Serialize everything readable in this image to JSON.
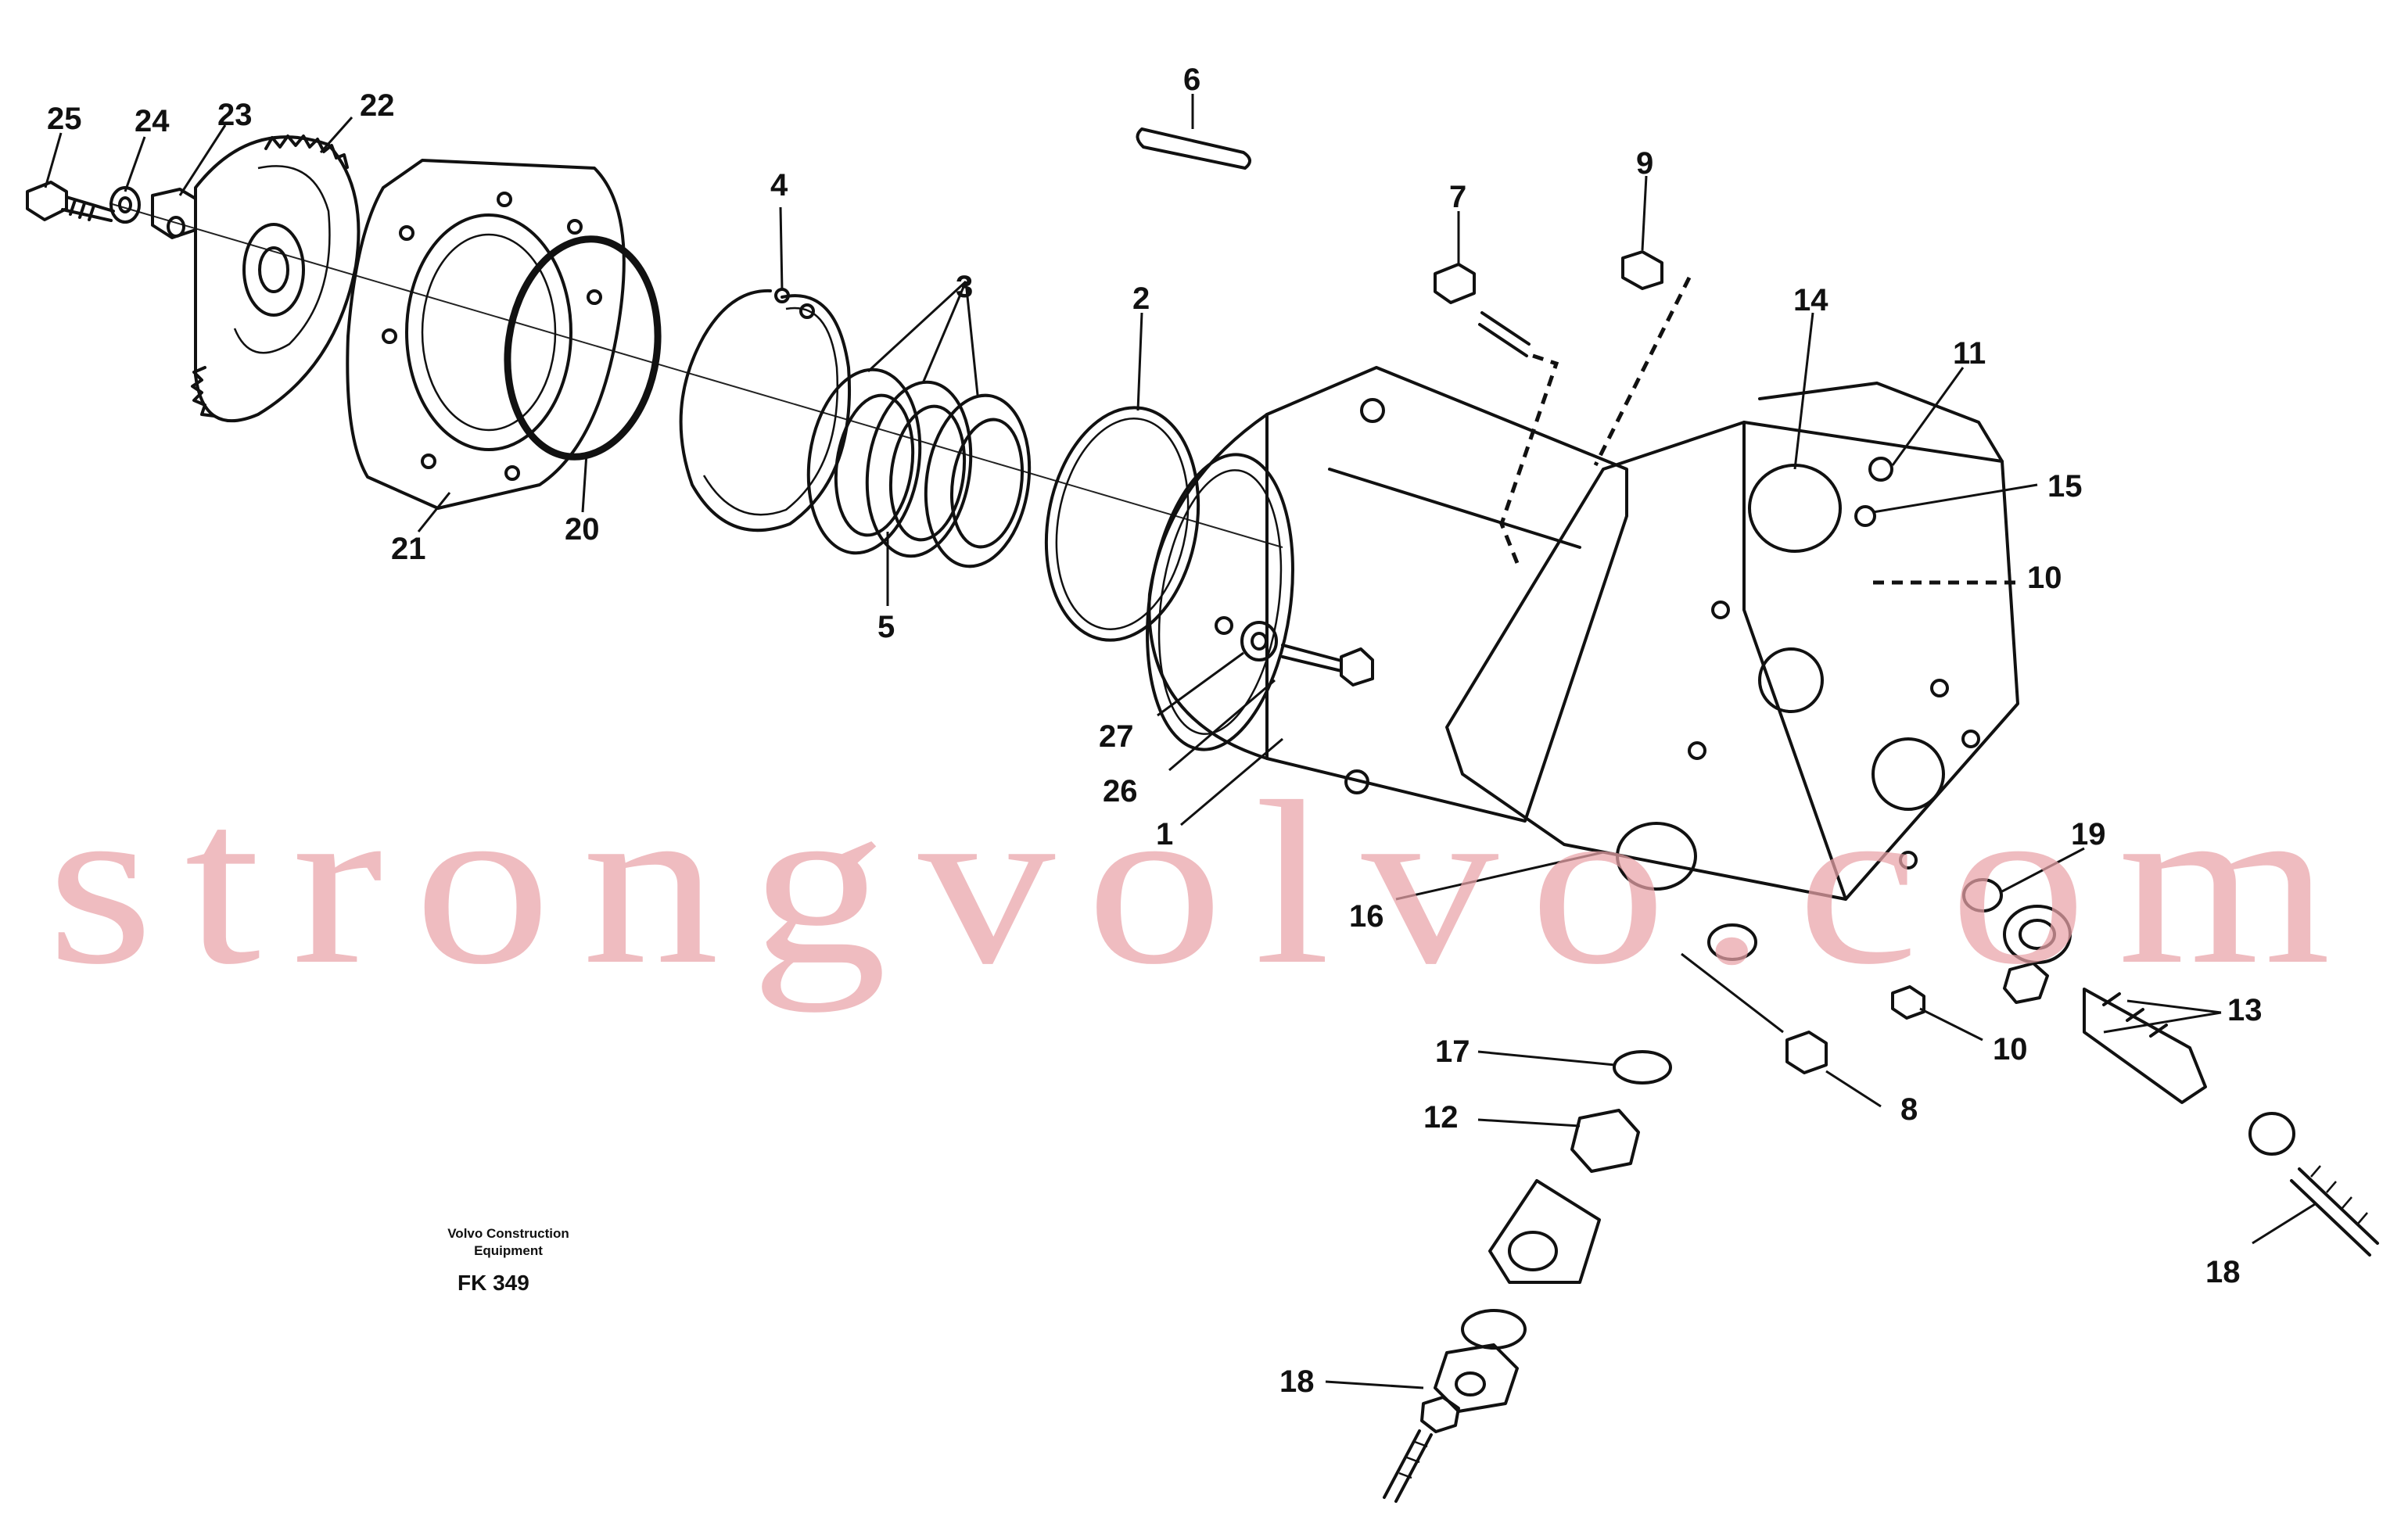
{
  "diagram": {
    "callouts": [
      "25",
      "24",
      "23",
      "22",
      "6",
      "9",
      "7",
      "14",
      "11",
      "15",
      "10",
      "3",
      "2",
      "4",
      "20",
      "21",
      "5",
      "27",
      "26",
      "1",
      "16",
      "19",
      "13",
      "10",
      "17",
      "12",
      "8",
      "18",
      "18"
    ],
    "credit_line1": "Volvo Construction",
    "credit_line2": "Equipment",
    "code": "FK 349",
    "watermark": "strongvolvo.com",
    "colors": {
      "line": "#111111",
      "watermark": "#e9a3a8"
    }
  }
}
